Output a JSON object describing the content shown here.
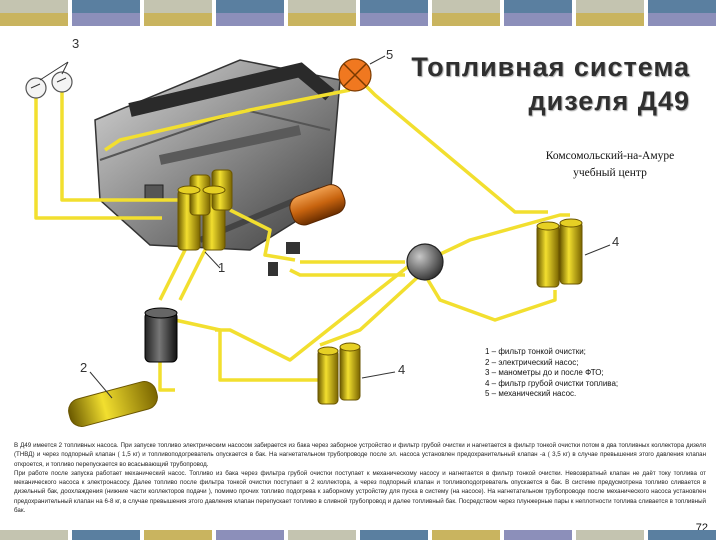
{
  "title_line1": "Топливная система",
  "title_line2": "дизеля Д49",
  "subtitle_line1": "Комсомольский-на-Амуре",
  "subtitle_line2": "учебный центр",
  "labels": {
    "n1": "1",
    "n2": "2",
    "n3": "3",
    "n4a": "4",
    "n4b": "4",
    "n5": "5"
  },
  "legend": [
    "1 – фильтр тонкой очистки;",
    "2 – электрический насос;",
    "3 – манометры до и после ФТО;",
    "4 – фильтр грубой очистки топлива;",
    "5 – механический насос."
  ],
  "description": [
    "В Д49 имеется 2 топливных насоса. При запуске топливо электрическим насосом забирается из бака через заборное устройство и фильтр грубой очистки и нагнетается в фильтр тонкой очистки потом в два топливных коллектора дизеля (ТНВД) и через подпорный клапан ( 1,5 кг) и топливоподогреватель опускается в бак. На нагнетательном трубопроводе после эл. насоса установлен предохранительный клапан -а ( 3,5 кг) в случае превышения этого давления клапан откроется, и топливо перепускается во всасывающий трубопровод.",
    "При работе после запуска работает механический насос. Топливо из бака через фильтра грубой очистки поступает к механическому насосу и нагнетается в фильтр тонкой очистки. Невозвратный клапан не даёт току топлива от механического насоса к электронасосу. Далее топливо после фильтра тонкой очистки поступает в 2 коллектора, а через подпорный клапан и топливоподогреватель опускается в бак. В системе предусмотрена топливо сливается в дизельный бак, доохлаждения (нижние части коллекторов подачи ), помимо прочих топливо подогрева к заборному устройству для пуска в систему (на насосе). На нагнетательном трубопроводе после механического насоса установлен предохранительный клапан на 6-8 кг, в случае превышения этого давления клапан перепускает топливо в сливной трубопровод и далее топливный бак. Посредством через плунжерные пары к неплотности топлива сливается в топливный бак."
  ],
  "page_number": "72",
  "colors": {
    "bar_palette": [
      "#b7b7a4",
      "#5a7fa0",
      "#c9b45f",
      "#8c8fba"
    ],
    "pipe": "#f2df2f"
  }
}
